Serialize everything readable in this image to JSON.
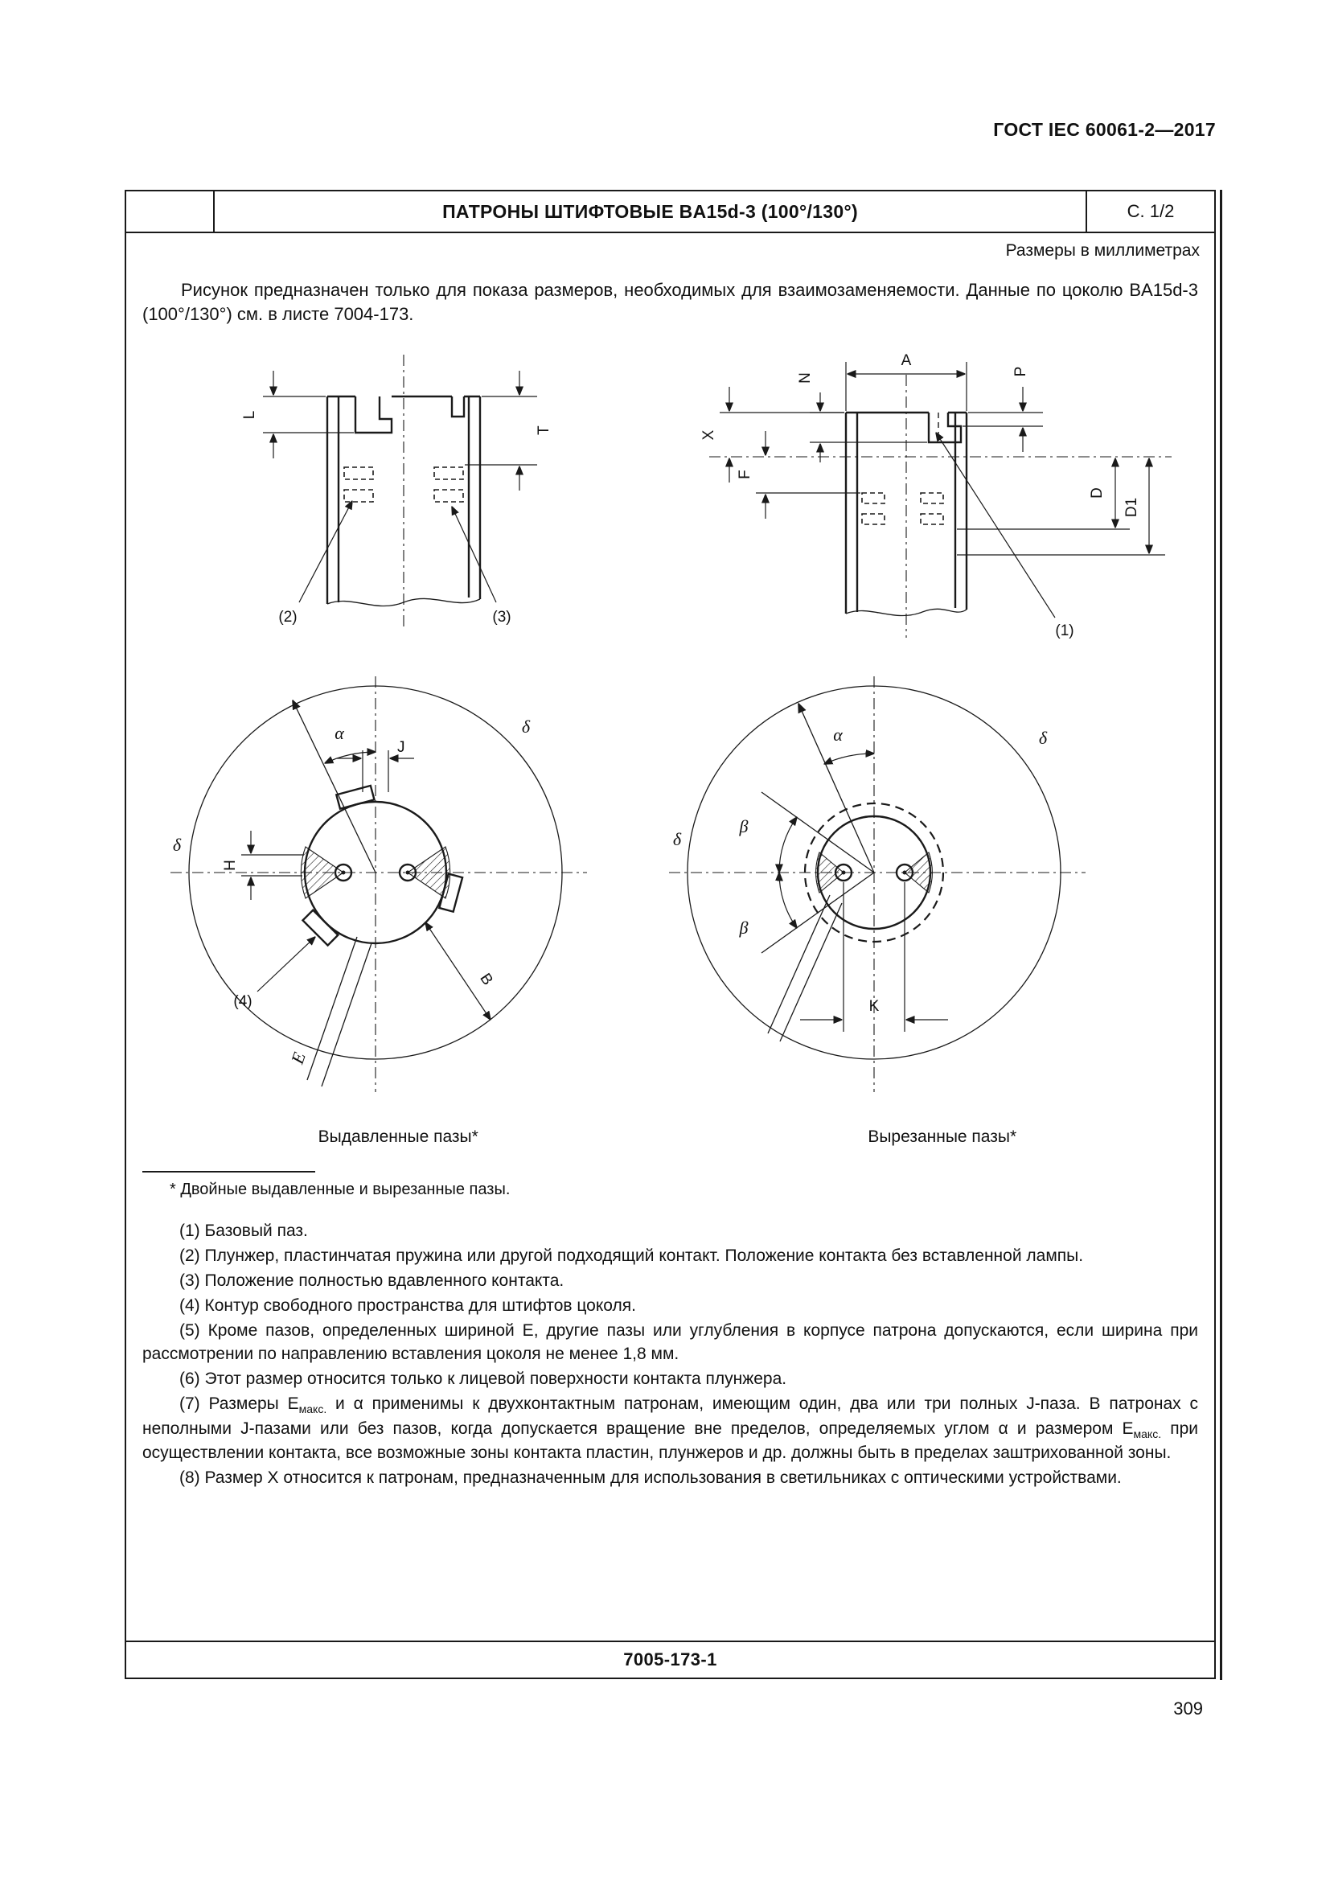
{
  "page": {
    "header": "ГОСТ IEC 60061-2—2017",
    "number": "309"
  },
  "sheet": {
    "title": "ПАТРОНЫ ШТИФТОВЫЕ BA15d-3 (100°/130°)",
    "page_ref": "С. 1/2",
    "units_note": "Размеры в миллиметрах",
    "intro": "Рисунок предназначен только для показа размеров, необходимых для взаимозаменяемости. Данные по цоколю BA15d-3 (100°/130°) см. в листе 7004-173.",
    "caption_left": "Выдавленные пазы*",
    "caption_right": "Вырезанные пазы*",
    "footnote": "*  Двойные выдавленные и вырезанные пазы.",
    "notes": {
      "n1": "(1) Базовый паз.",
      "n2": "(2) Плунжер, пластинчатая пружина или другой подходящий контакт. Положение контакта без вставленной лампы.",
      "n3": "(3) Положение полностью вдавленного контакта.",
      "n4": "(4) Контур свободного пространства для штифтов цоколя.",
      "n5": "(5) Кроме пазов, определенных шириной E, другие пазы или углубления в корпусе патрона допускаются, если ширина при рассмотрении по направлению вставления цоколя не менее 1,8 мм.",
      "n6": "(6) Этот размер относится только к лицевой поверхности контакта плунжера.",
      "n7": {
        "p1": "(7) Размеры E",
        "sub1": "макс.",
        "p2": " и α применимы к двухконтактным патронам, имеющим один, два или три полных J-паза. В патронах с неполными J-пазами или без пазов, когда допускается вращение вне пределов, определяемых углом α и размером E",
        "sub2": "макс.",
        "p3": " при осуществлении контакта, все возможные зоны контакта пластин, плунжеров и др. должны быть в пределах заштрихованной зоны."
      },
      "n8": "(8) Размер X относится к патронам, предназначенным для использования в светильниках с оптическими устройствами."
    },
    "sheet_number": "7005-173-1"
  },
  "dims": {
    "L": "L",
    "T": "T",
    "A": "A",
    "N": "N",
    "X": "X",
    "F": "F",
    "P": "P",
    "D": "D",
    "D1": "D1",
    "J": "J",
    "H": "H",
    "B": "B",
    "E": "E",
    "K": "K",
    "alpha": "α",
    "beta": "β",
    "delta": "δ",
    "ref1": "(1)",
    "ref2": "(2)",
    "ref3": "(3)",
    "ref4": "(4)"
  }
}
